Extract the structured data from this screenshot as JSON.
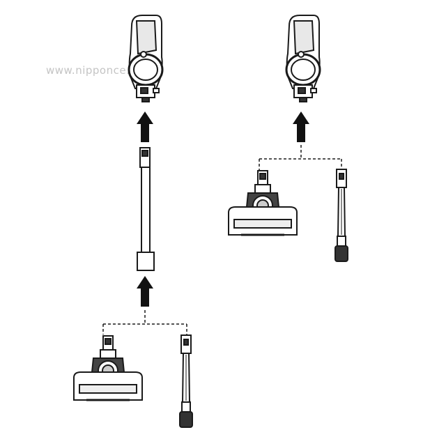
{
  "watermark": "www.nipponce.cz",
  "colors": {
    "line": "#1a1a1a",
    "watermark": "#c4c4c4",
    "background": "#ffffff"
  },
  "figure": {
    "left_assembly": [
      "handheld-unit",
      "extension-tube",
      "floor-brush",
      "crevice-tool"
    ],
    "right_assembly": [
      "handheld-unit",
      "floor-brush",
      "crevice-tool"
    ]
  }
}
